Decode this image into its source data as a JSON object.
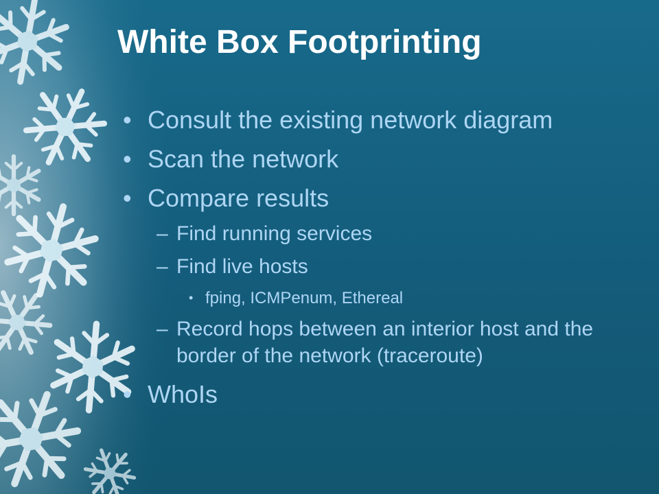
{
  "slide": {
    "title": "White Box Footprinting",
    "bullet_marker": "•",
    "dash_marker": "–",
    "bullets": [
      "Consult the existing network diagram",
      "Scan the network",
      "Compare results"
    ],
    "sub_bullets": [
      "Find running services",
      "Find live hosts"
    ],
    "sub_sub_bullets": [
      "fping, ICMPenum, Ethereal"
    ],
    "sub_bullet_multiline": "Record hops between an interior host and the border of the network (traceroute)",
    "last_bullet": "WhoIs"
  },
  "colors": {
    "background": "#176282",
    "title": "#ffffff",
    "body_text": "#aed6f4"
  },
  "decoration": {
    "icon": "snowflake-icon"
  }
}
